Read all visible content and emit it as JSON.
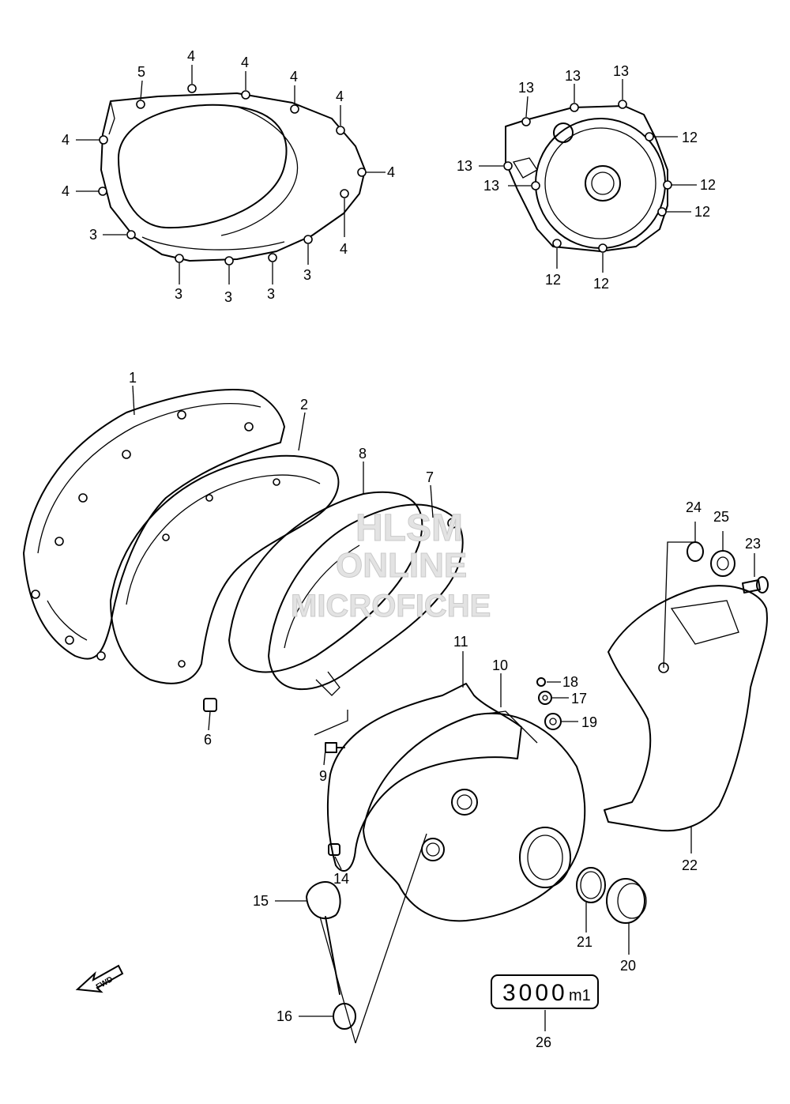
{
  "watermark": {
    "line1": "HLSM",
    "line2": "ONLINE",
    "line3": "MICROFICHE"
  },
  "fwd_label": "FWD",
  "mileage_tag": {
    "text": "3000",
    "unit": "m1"
  },
  "callouts": {
    "p1": "1",
    "p2": "2",
    "p3a": "3",
    "p3b": "3",
    "p3c": "3",
    "p3d": "3",
    "p3e": "3",
    "p4a": "4",
    "p4b": "4",
    "p4c": "4",
    "p4d": "4",
    "p4e": "4",
    "p4f": "4",
    "p4g": "4",
    "p4h": "4",
    "p5": "5",
    "p6": "6",
    "p7": "7",
    "p8": "8",
    "p9": "9",
    "p10": "10",
    "p11": "11",
    "p12a": "12",
    "p12b": "12",
    "p12c": "12",
    "p12d": "12",
    "p12e": "12",
    "p13a": "13",
    "p13b": "13",
    "p13c": "13",
    "p13d": "13",
    "p13e": "13",
    "p14": "14",
    "p15": "15",
    "p16": "16",
    "p17": "17",
    "p18": "18",
    "p19": "19",
    "p20": "20",
    "p21": "21",
    "p22": "22",
    "p23": "23",
    "p24": "24",
    "p25": "25",
    "p26": "26"
  },
  "icons": {
    "fwd": "fwd-arrow-icon"
  }
}
